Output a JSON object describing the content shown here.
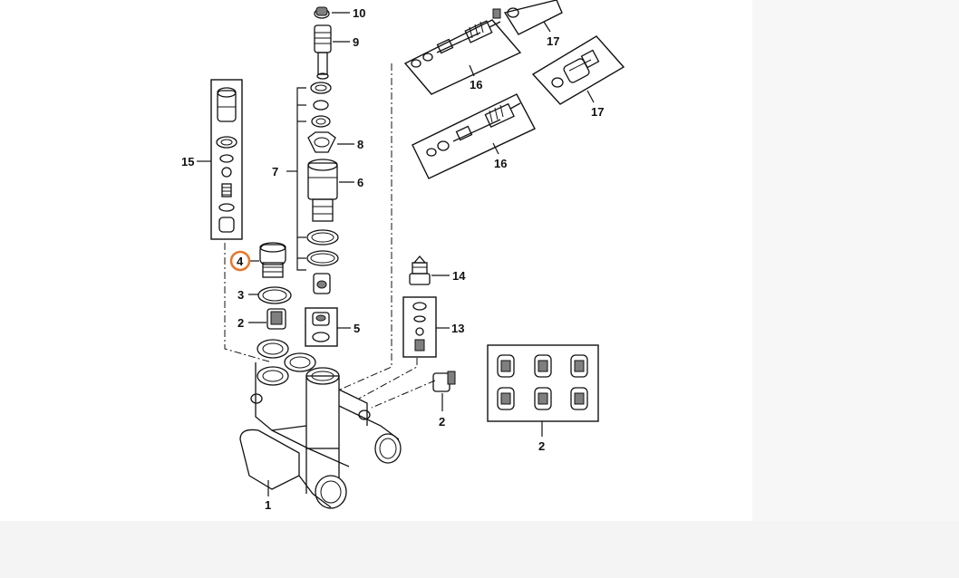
{
  "diagram": {
    "callouts": {
      "p10": "10",
      "p9": "9",
      "p8": "8",
      "p7": "7",
      "p6": "6",
      "p15": "15",
      "p4": "4",
      "p3": "3",
      "p2a": "2",
      "p5": "5",
      "p14": "14",
      "p13": "13",
      "p2b": "2",
      "p2c": "2",
      "p1": "1",
      "p16a": "16",
      "p16b": "16",
      "p17a": "17",
      "p17b": "17"
    },
    "highlight_color": "#e8762c"
  }
}
